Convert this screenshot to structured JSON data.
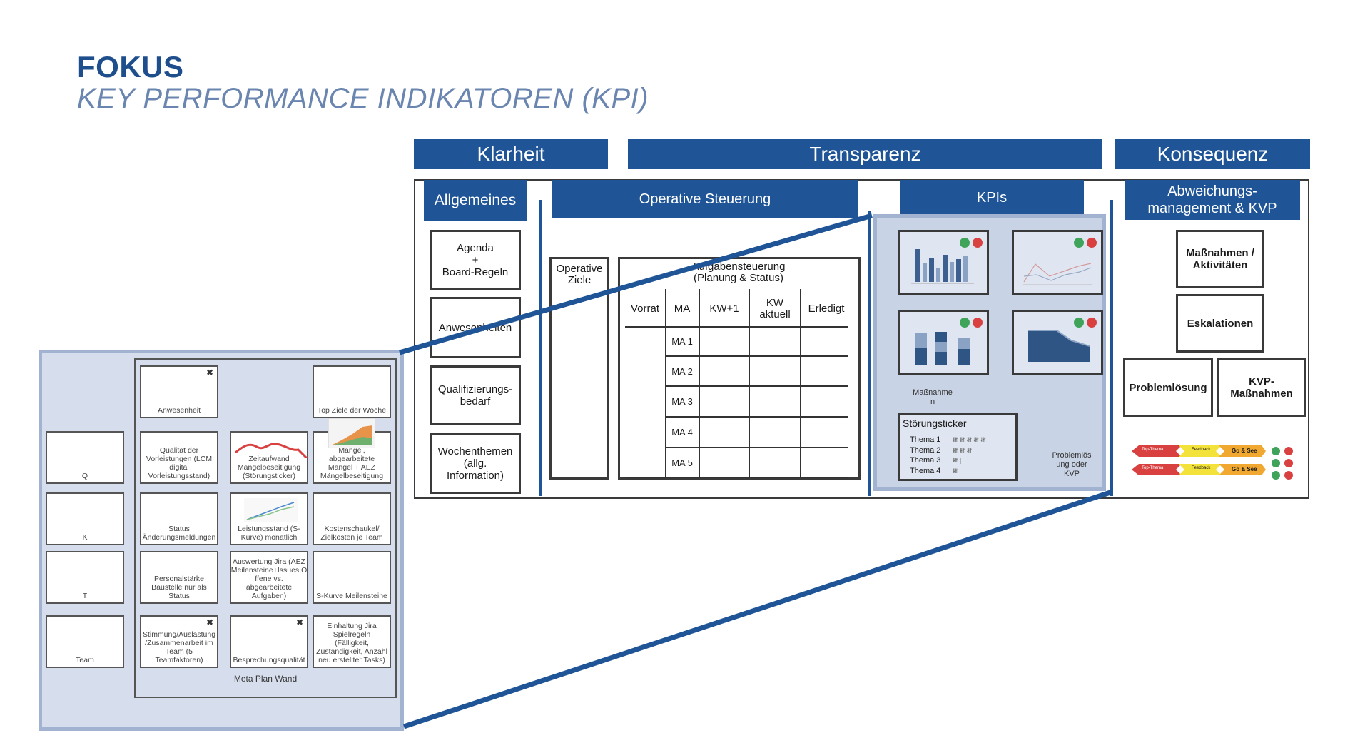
{
  "title": "FOKUS",
  "subtitle": "KEY PERFORMANCE INDIKATOREN (KPI)",
  "top_bars": {
    "klarheit": "Klarheit",
    "transparenz": "Transparenz",
    "konsequenz": "Konsequenz"
  },
  "sections": {
    "allgemeines": "Allgemeines",
    "operative": "Operative Steuerung",
    "kpis": "KPIs",
    "abweichung": "Abweichungs-\nmanagement & KVP"
  },
  "allgemeines_cards": [
    "Agenda\n+\nBoard-Regeln",
    "Anwesenheiten",
    "Qualifizierungs-\nbedarf",
    "Wochenthemen\n(allg.\nInformation)"
  ],
  "operative_ziele": "Operative\nZiele",
  "aufgaben": {
    "title": "Aufgabensteuerung\n(Planung & Status)",
    "columns": [
      "Vorrat",
      "MA",
      "KW+1",
      "KW\naktuell",
      "Erledigt"
    ],
    "rows": [
      "MA 1",
      "MA 2",
      "MA 3",
      "MA 4",
      "MA 5"
    ]
  },
  "kpi_texts": {
    "massnahmen": "Maßnahme\nn",
    "stoerung_title": "Störungsticker",
    "themen": [
      "Thema 1",
      "Thema 2",
      "Thema 3",
      "Thema 4"
    ],
    "tally": [
      "𝍸 𝍸 𝍸 𝍸 𝍸",
      "𝍸 𝍸 𝍸",
      "𝍸 |",
      "𝍸"
    ],
    "problem": "Problemlös\nung oder\nKVP"
  },
  "kvp_cards": {
    "massnahmen": "Maßnahmen /\nAktivitäten",
    "eskalationen": "Eskalationen",
    "problemloesung": "Problemlösung",
    "kvp": "KVP-\nMaßnahmen"
  },
  "arrows": {
    "top_thema": "Top-Thema",
    "feedback": "Feedback",
    "go_see": "Go & See"
  },
  "colors": {
    "brand_blue": "#1f5597",
    "panel": "#c9d3e6",
    "red": "#d94040",
    "green": "#3fa35a",
    "yellow": "#f2e23a",
    "orange": "#f0a830"
  },
  "zoom": {
    "left_labels": [
      "Q",
      "K",
      "T",
      "Team"
    ],
    "cards": {
      "anwesenheit": "Anwesenheit",
      "top_ziele": "Top Ziele der Woche",
      "qualitaet": "Qualität der Vorleistungen (LCM digital Vorleistungsstand)",
      "zeitaufwand": "Zeitaufwand Mängelbeseitigung (Störungsticker)",
      "anzahl": "Anzahl offene Mängel, abgearbeitete Mängel + AEZ Mängelbeseitigung",
      "status": "Status Änderungsmeldungen",
      "leistungsstand": "Leistungsstand (S-Kurve) monatlich",
      "kostenschaukel": "Kostenschaukel/ Zielkosten je Team",
      "personalstaerke": "Personalstärke Baustelle nur als Status",
      "auswertung": "Auswertung Jira (AEZ Meilensteine+Issues,O ffene vs. abgearbeitete Aufgaben)",
      "skurve": "S-Kurve Meilensteine",
      "stimmung": "Stimmung/Auslastung /Zusammenarbeit im Team (5 Teamfaktoren)",
      "besprechung": "Besprechungsqualität",
      "einhaltung": "Einhaltung Jira Spielregeln (Fälligkeit, Zuständigkeit, Anzahl neu erstellter Tasks)"
    },
    "footer": "Meta Plan Wand"
  }
}
